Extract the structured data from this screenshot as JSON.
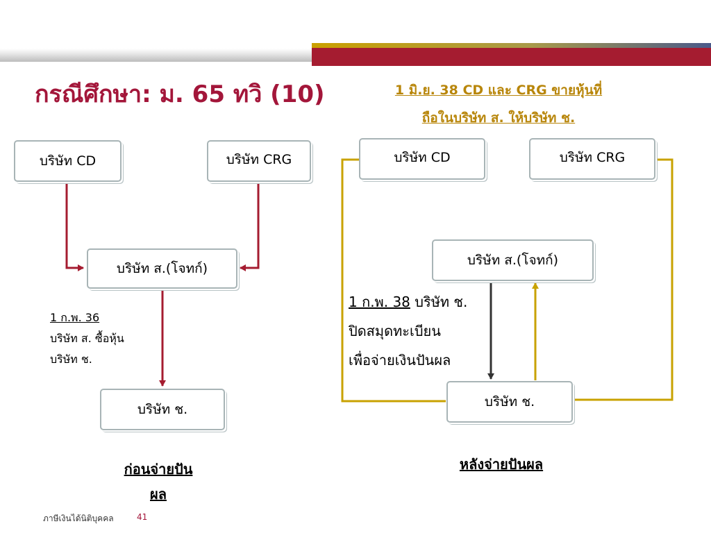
{
  "title": "กรณีศึกษา: ม. 65 ทวิ (10)",
  "top_note": {
    "line1": "1 มิ.ย. 38 CD และ CRG ขายหุ้นที่",
    "line2": "ถือในบริษัท ส. ให้บริษัท ช."
  },
  "left": {
    "box_cd": "บริษัท CD",
    "box_crg": "บริษัท CRG",
    "box_s": "บริษัท ส.(โจทก์)",
    "box_ch": "บริษัท ช.",
    "annotation": {
      "date": "1 ก.พ. 36",
      "line2": "บริษัท ส. ซื้อหุ้น",
      "line3": "บริษัท ช."
    },
    "caption_line1": "ก่อนจ่ายปัน",
    "caption_line2": "ผล"
  },
  "right": {
    "box_cd": "บริษัท CD",
    "box_crg": "บริษัท CRG",
    "box_s": "บริษัท ส.(โจทก์)",
    "box_ch": "บริษัท ช.",
    "annotation": {
      "date": "1 ก.พ. 38",
      "line1_rest": " บริษัท ช.",
      "line2": "ปิดสมุดทะเบียน",
      "line3": "เพื่อจ่ายเงินปันผล"
    },
    "caption": "หลังจ่ายปันผล"
  },
  "footer": {
    "text": "ภาษีเงินได้นิติบุคคล",
    "page": "41"
  },
  "colors": {
    "title": "#a3163a",
    "red_arrow": "#a51c30",
    "gold": "#c8a200",
    "black_arrow": "#333333"
  }
}
